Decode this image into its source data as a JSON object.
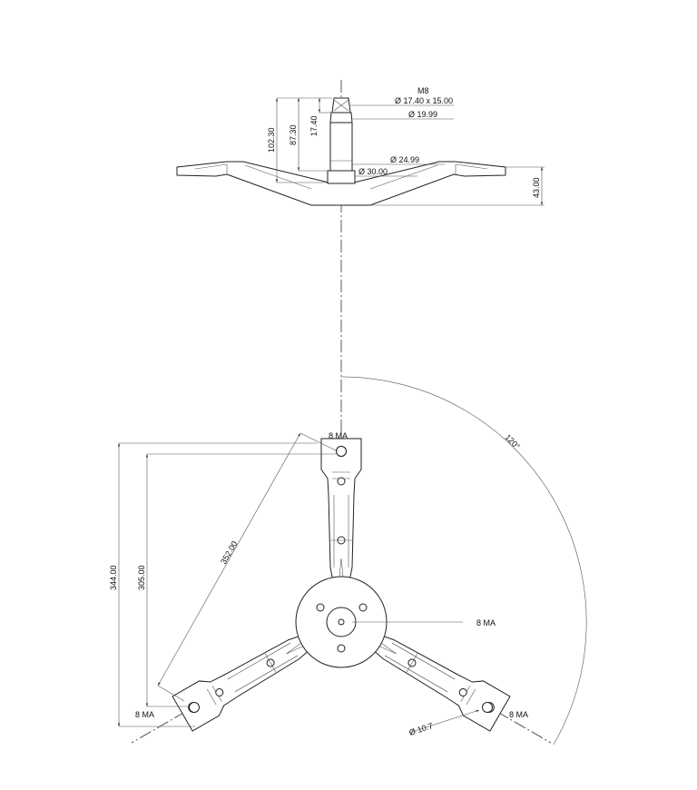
{
  "side_view": {
    "thread": "M8",
    "cap_dim": "Ø 17.40 x 15.00",
    "dia_1": "Ø 19.99",
    "dia_2": "Ø 24.99",
    "dia_3": "Ø 30.00",
    "height_total": "102.30",
    "height_shaft": "87.30",
    "height_cap": "17.40",
    "height_spider": "43.00"
  },
  "top_view": {
    "angle": "120°",
    "span": "352.00",
    "height_outer": "344.00",
    "height_holes": "305.00",
    "hole_dia": "Ø 10.7",
    "thread_top": "8 MA",
    "thread_center": "8 MA",
    "thread_left": "8 MA",
    "thread_right": "8 MA"
  }
}
